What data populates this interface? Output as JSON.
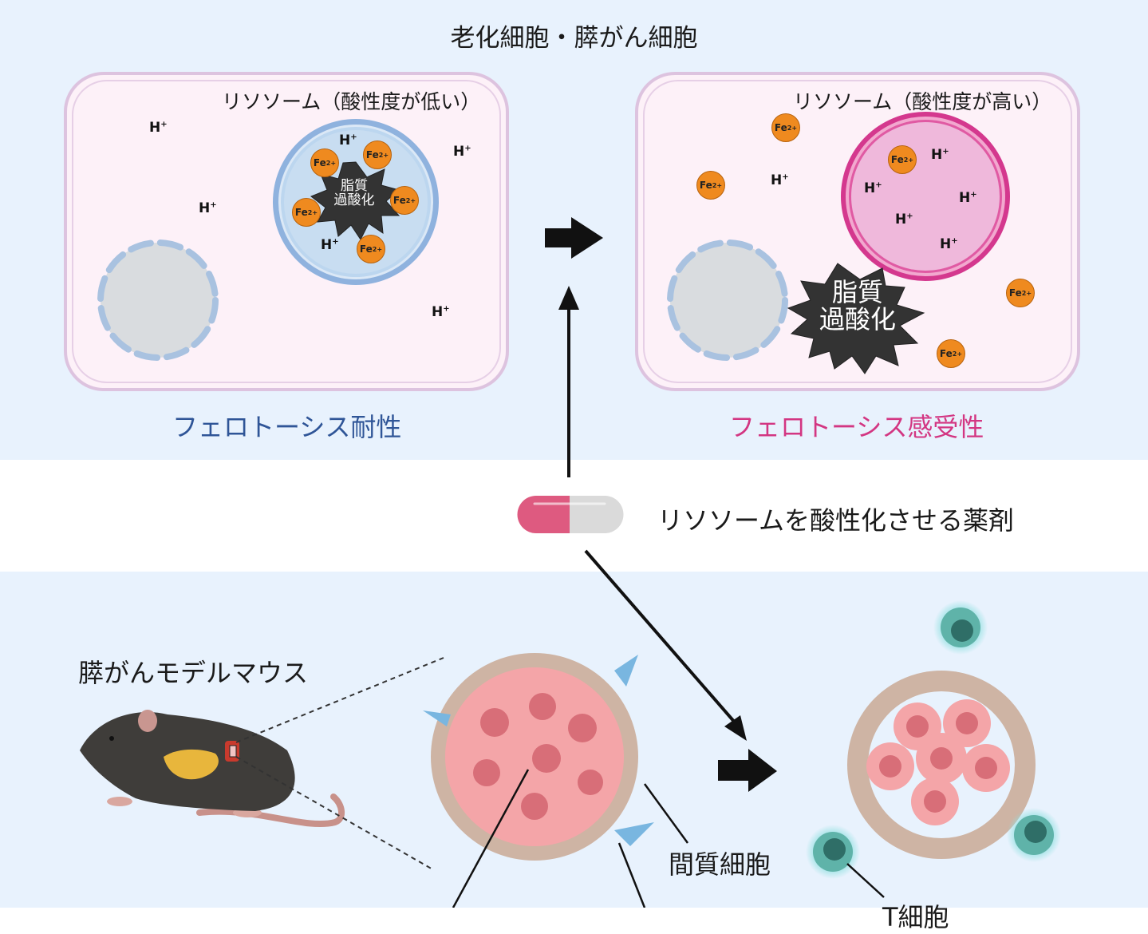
{
  "title": "老化細胞・膵がん細胞",
  "left_cell": {
    "lysosome_label": "リソソーム（酸性度が低い）",
    "outcome": "フェロトーシス耐性",
    "burst_line1": "脂質",
    "burst_line2": "過酸化",
    "h_ion": "H",
    "h_charge": "+",
    "fe_ion": "Fe",
    "fe_charge": "2+"
  },
  "right_cell": {
    "lysosome_label": "リソソーム（酸性度が高い）",
    "outcome": "フェロトーシス感受性",
    "burst_line1": "脂質",
    "burst_line2": "過酸化",
    "h_ion": "H",
    "h_charge": "+",
    "fe_ion": "Fe",
    "fe_charge": "2+"
  },
  "drug": {
    "label": "リソソームを酸性化させる薬剤"
  },
  "mouse": {
    "label": "膵がんモデルマウス"
  },
  "labels": {
    "stromal": "間質細胞",
    "tcell": "T細胞"
  },
  "colors": {
    "background_band": "#e8f2fd",
    "outcome_resistant": "#2f5597",
    "outcome_sensitive": "#d33682",
    "iron": "#ef8a1f",
    "lysosome_low": "#bcd6ef",
    "lysosome_high": "#eeb4d8",
    "lysosome_high_border": "#d4388e",
    "tcell": "#5fb3a9"
  }
}
